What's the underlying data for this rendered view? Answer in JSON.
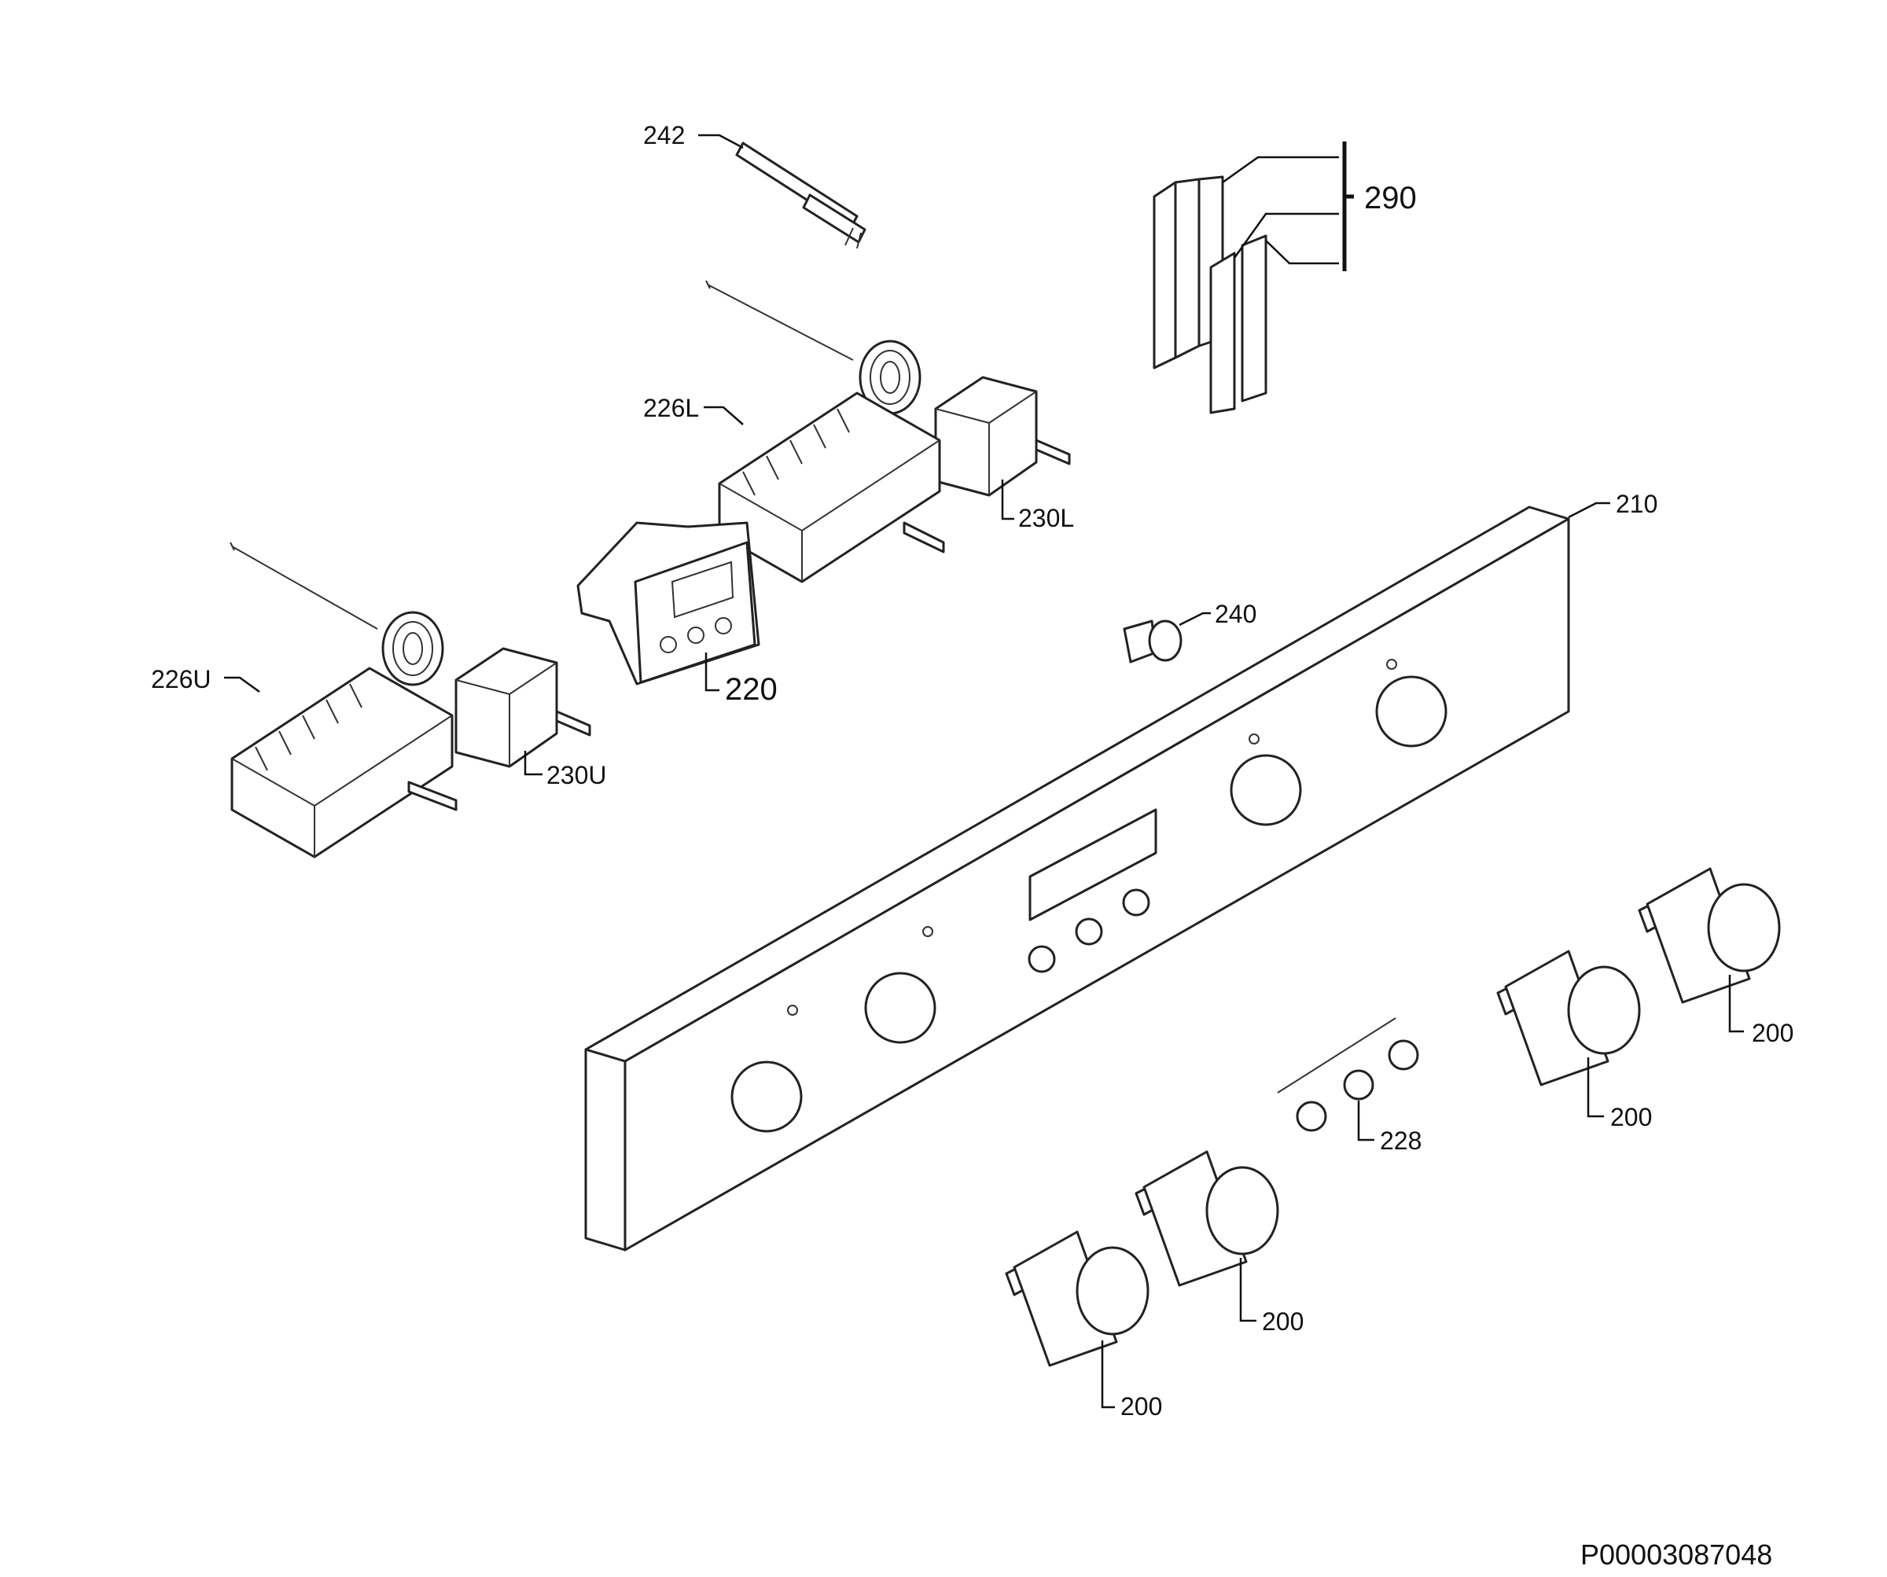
{
  "diagram": {
    "document_code": "P00003087048",
    "labels": {
      "l242": "242",
      "l290": "290",
      "l226L": "226L",
      "l230L": "230L",
      "l210": "210",
      "l240": "240",
      "l220": "220",
      "l226U": "226U",
      "l230U": "230U",
      "l228": "228",
      "l200a": "200",
      "l200b": "200",
      "l200c": "200",
      "l200d": "200",
      "l200e": "200"
    }
  }
}
